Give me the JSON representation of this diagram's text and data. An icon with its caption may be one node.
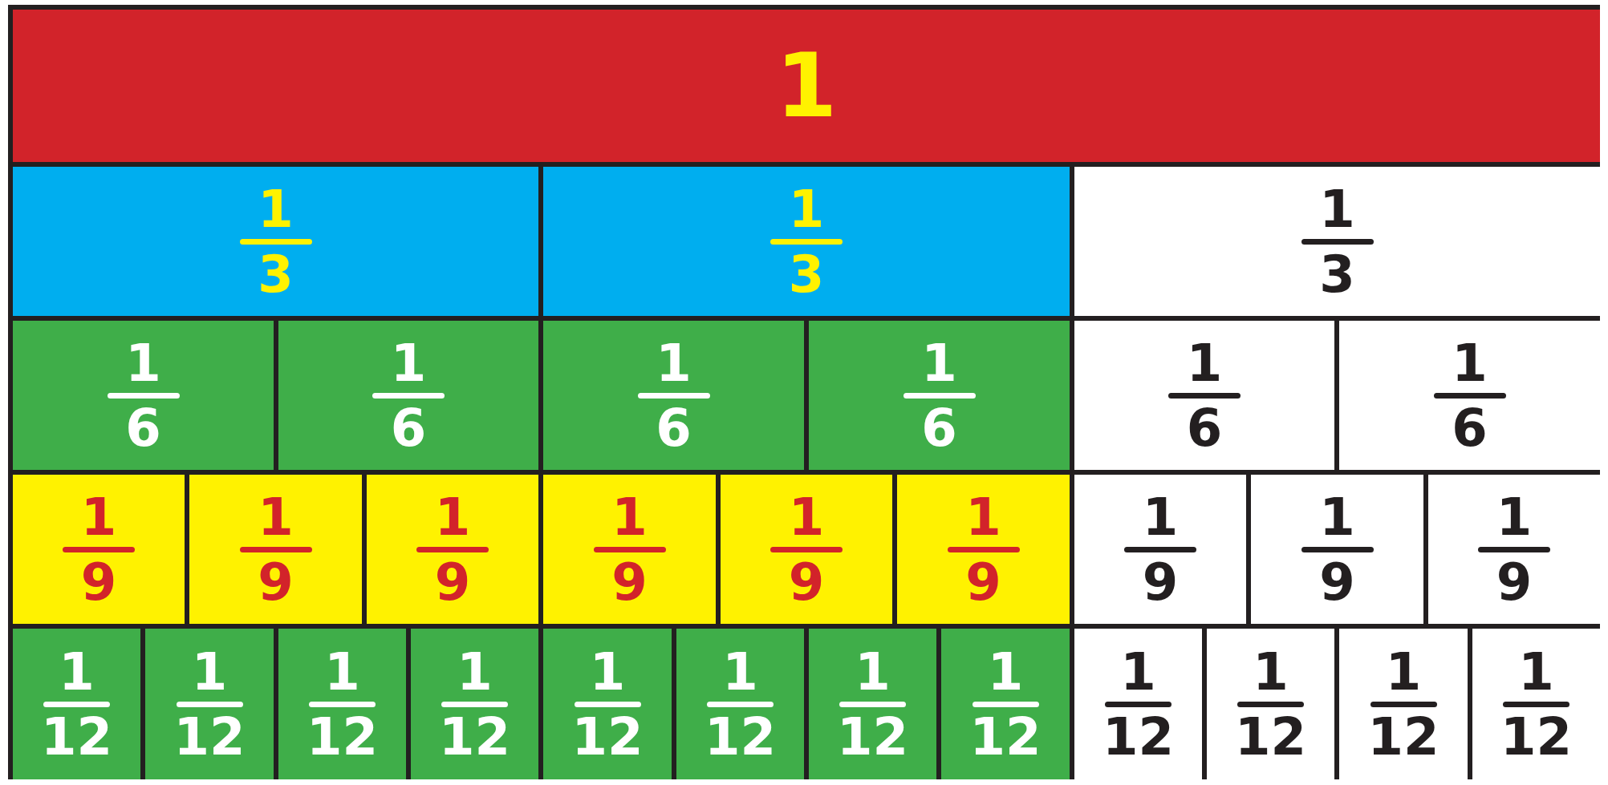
{
  "diagram": {
    "nodes": [
      {
        "text": [
          "1"
        ]
      },
      {
        "text": [
          "1",
          "3"
        ]
      },
      {
        "text": [
          "1",
          "3"
        ]
      },
      {
        "text": [
          "1",
          "3"
        ]
      },
      {
        "text": [
          "1",
          "6"
        ]
      },
      {
        "text": [
          "1",
          "6"
        ]
      },
      {
        "text": [
          "1",
          "6"
        ]
      },
      {
        "text": [
          "1",
          "6"
        ]
      },
      {
        "text": [
          "1",
          "6"
        ]
      },
      {
        "text": [
          "1",
          "6"
        ]
      },
      {
        "text": [
          "1",
          "9"
        ]
      },
      {
        "text": [
          "1",
          "9"
        ]
      },
      {
        "text": [
          "1",
          "9"
        ]
      },
      {
        "text": [
          "1",
          "9"
        ]
      },
      {
        "text": [
          "1",
          "9"
        ]
      },
      {
        "text": [
          "1",
          "9"
        ]
      },
      {
        "text": [
          "1",
          "9"
        ]
      },
      {
        "text": [
          "1",
          "9"
        ]
      },
      {
        "text": [
          "1",
          "9"
        ]
      },
      {
        "text": [
          "1",
          "12"
        ]
      },
      {
        "text": [
          "1",
          "12"
        ]
      },
      {
        "text": [
          "1",
          "12"
        ]
      },
      {
        "text": [
          "1",
          "12"
        ]
      },
      {
        "text": [
          "1",
          "12"
        ]
      },
      {
        "text": [
          "1",
          "12"
        ]
      },
      {
        "text": [
          "1",
          "12"
        ]
      },
      {
        "text": [
          "1",
          "12"
        ]
      },
      {
        "text": [
          "1",
          "12"
        ]
      },
      {
        "text": [
          "1",
          "12"
        ]
      },
      {
        "text": [
          "1",
          "12"
        ]
      },
      {
        "text": [
          "1",
          "12"
        ]
      }
    ]
  }
}
